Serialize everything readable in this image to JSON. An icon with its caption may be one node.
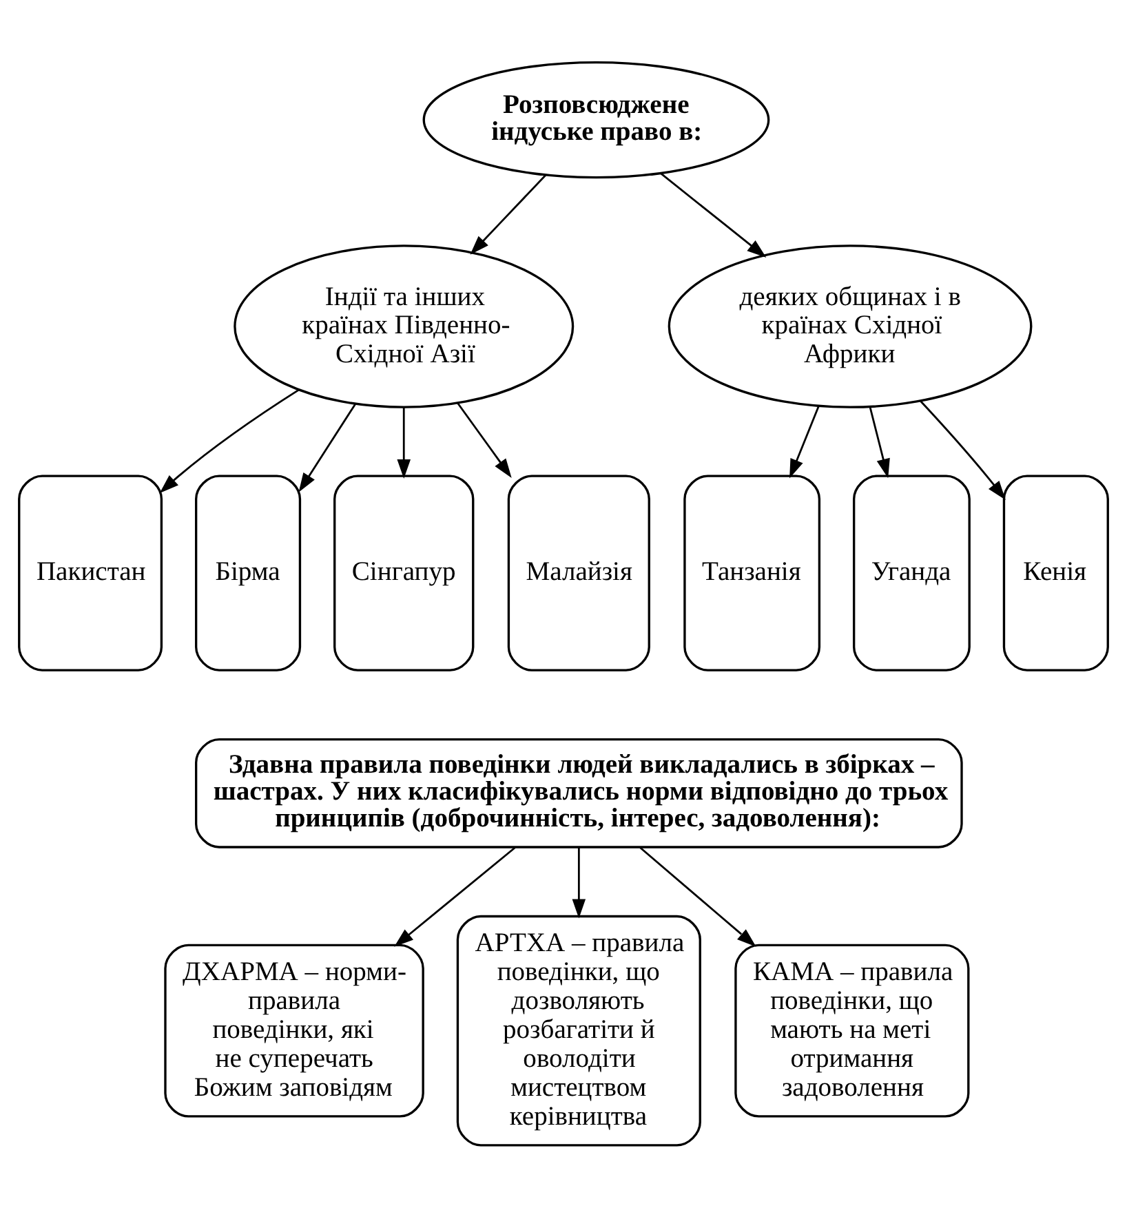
{
  "diagram": {
    "nodes": [
      {
        "text": [
          "Розповсюджене індуське право в:"
        ]
      },
      {
        "text": [
          "Індії та інших країнах Південно-Східної Азії"
        ]
      },
      {
        "text": [
          "деяких общинах і в країнах Східної Африки"
        ]
      },
      {
        "text": [
          "Пакистан"
        ]
      },
      {
        "text": [
          "Бірма"
        ]
      },
      {
        "text": [
          "Сінгапур"
        ]
      },
      {
        "text": [
          "Малайзія"
        ]
      },
      {
        "text": [
          "Танзанія"
        ]
      },
      {
        "text": [
          "Уганда"
        ]
      },
      {
        "text": [
          "Кенія"
        ]
      },
      {
        "text": [
          "Здавна правила поведінки людей викладались в збірках – шастрах. У них класифікувались норми відповідно до трьох принципів (доброчинність, інтерес, задоволення):"
        ]
      },
      {
        "text": [
          "ДХАРМА – норми-правила поведінки, які не суперечать Божим заповідям"
        ]
      },
      {
        "text": [
          "АРТХА – правила поведінки, що дозволяють розбагатіти й оволодіти мистецтвом керівництва"
        ]
      },
      {
        "text": [
          "КАМА – правила поведінки, що мають на меті отримання задоволення"
        ]
      }
    ],
    "edges": [
      {
        "from": 0,
        "to": 1,
        "arrow": "to"
      },
      {
        "from": 0,
        "to": 2,
        "arrow": "to"
      },
      {
        "from": 1,
        "to": 3,
        "arrow": "to"
      },
      {
        "from": 1,
        "to": 4,
        "arrow": "to"
      },
      {
        "from": 1,
        "to": 5,
        "arrow": "to"
      },
      {
        "from": 1,
        "to": 6,
        "arrow": "to"
      },
      {
        "from": 2,
        "to": 7,
        "arrow": "to"
      },
      {
        "from": 2,
        "to": 8,
        "arrow": "to"
      },
      {
        "from": 2,
        "to": 9,
        "arrow": "to"
      },
      {
        "from": 10,
        "to": 11,
        "arrow": "to"
      },
      {
        "from": 10,
        "to": 12,
        "arrow": "to"
      },
      {
        "from": 10,
        "to": 13,
        "arrow": "to"
      }
    ]
  }
}
